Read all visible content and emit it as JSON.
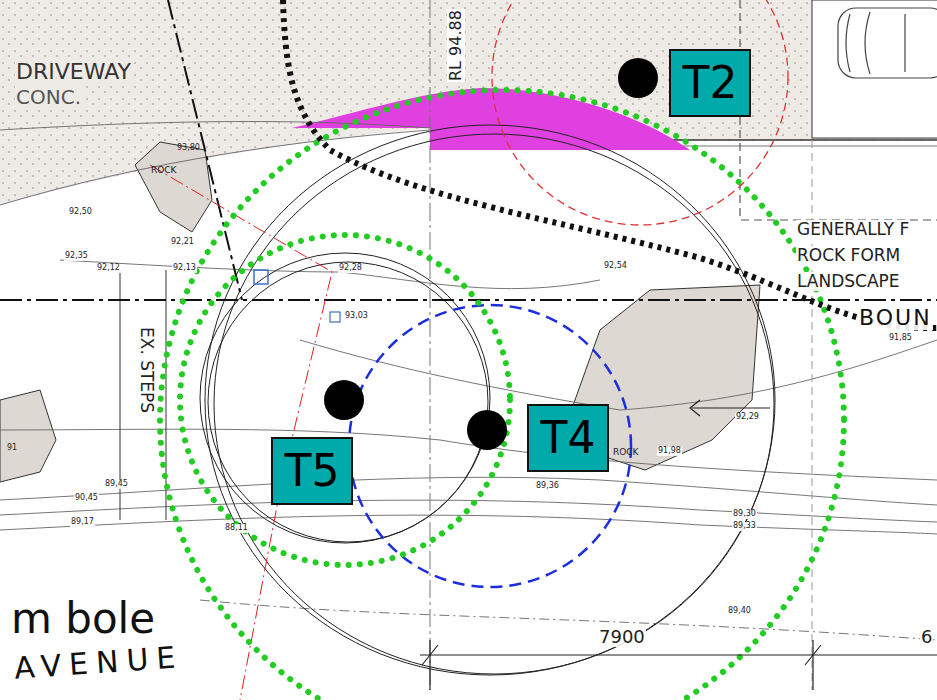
{
  "diagram": {
    "nodes": [
      {
        "text": [
          "T2"
        ]
      },
      {
        "text": [
          "T4"
        ]
      },
      {
        "text": [
          "T5"
        ]
      }
    ],
    "labels": [
      "DRIVEWAY",
      "CONC.",
      "RL 94.88",
      "ROCK",
      "93,80",
      "92,50",
      "92,21",
      "92,35",
      "92,12",
      "92,13",
      "92,28",
      "93,03",
      "92,54",
      "GENERALLY F",
      "ROCK FORM",
      "LANDSCAPE",
      "BOUN",
      "91,85",
      "EX. STEPS",
      "92,29",
      "ROCK",
      "91,98",
      "89,36",
      "89,30",
      "89,33",
      "89,40",
      "89,45",
      "90,45",
      "89,17",
      "88,11",
      "91",
      "7900",
      "6",
      "m bole",
      "AVENUE"
    ]
  }
}
